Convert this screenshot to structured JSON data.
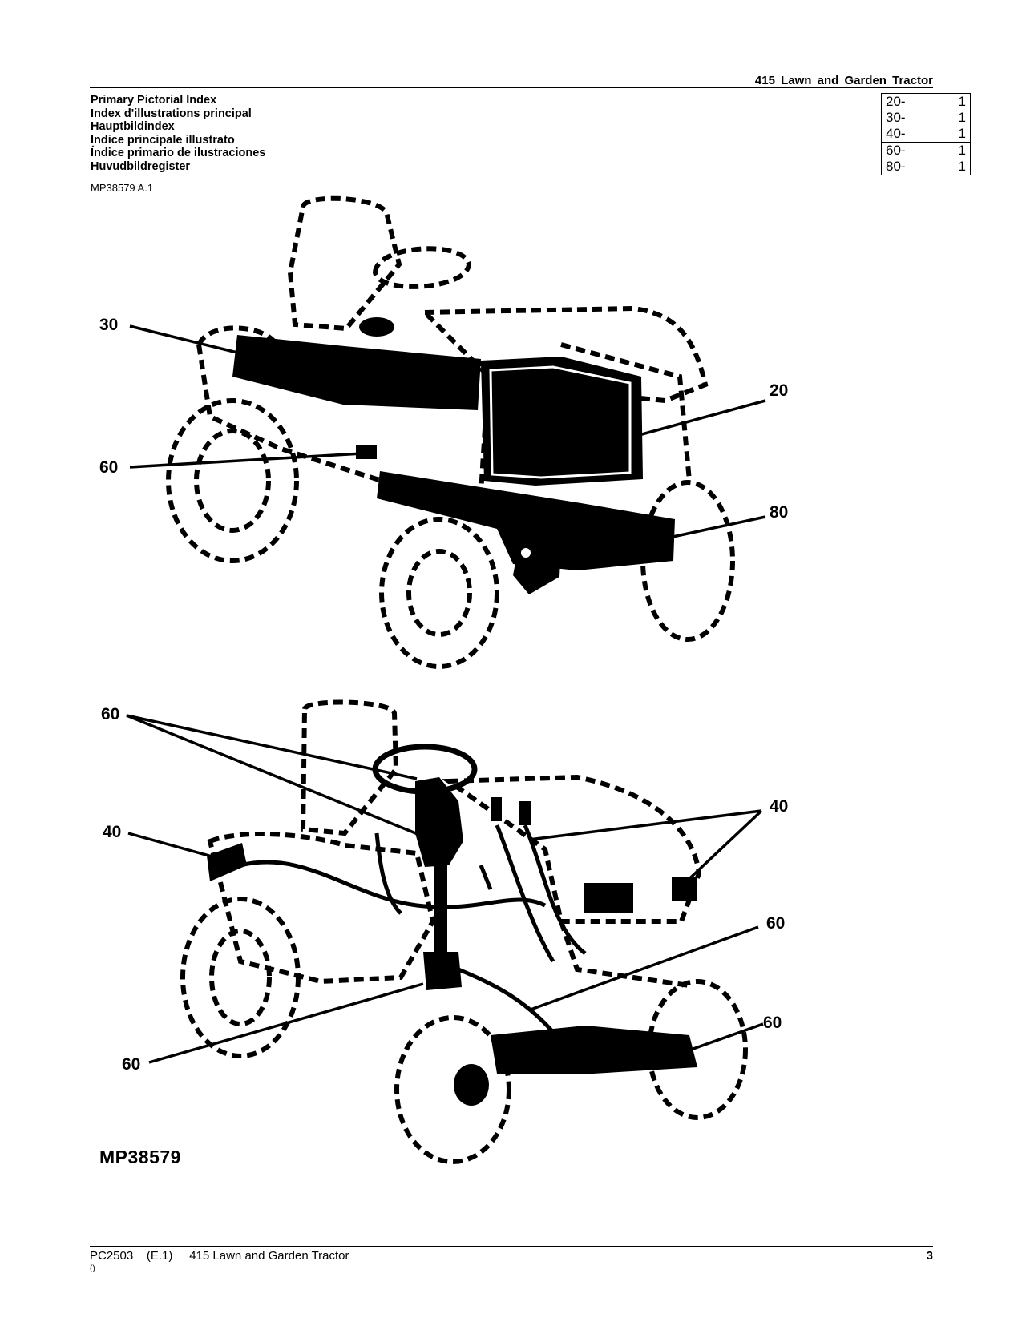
{
  "header": {
    "title": "415 Lawn and Garden Tractor"
  },
  "index_titles": [
    "Primary Pictorial Index",
    "Index d'illustrations principal",
    "Hauptbildindex",
    "Indice principale illustrato",
    "Índice primario de ilustraciones",
    "Huvudbildregister"
  ],
  "figure_code": "MP38579 A.1",
  "reference_table": [
    {
      "group": "20-",
      "page": "1"
    },
    {
      "group": "30-",
      "page": "1"
    },
    {
      "group": "40-",
      "page": "1"
    },
    {
      "group": "60-",
      "page": "1"
    },
    {
      "group": "80-",
      "page": "1"
    }
  ],
  "figure": {
    "top_callouts": [
      "30",
      "60",
      "20",
      "80"
    ],
    "bottom_callouts": [
      "60",
      "40",
      "40",
      "60",
      "60",
      "60"
    ],
    "figure_id": "MP38579"
  },
  "footer": {
    "left": "PC2503    (E.1)     415 Lawn and Garden Tractor",
    "page_number": "3",
    "sub": "()"
  }
}
